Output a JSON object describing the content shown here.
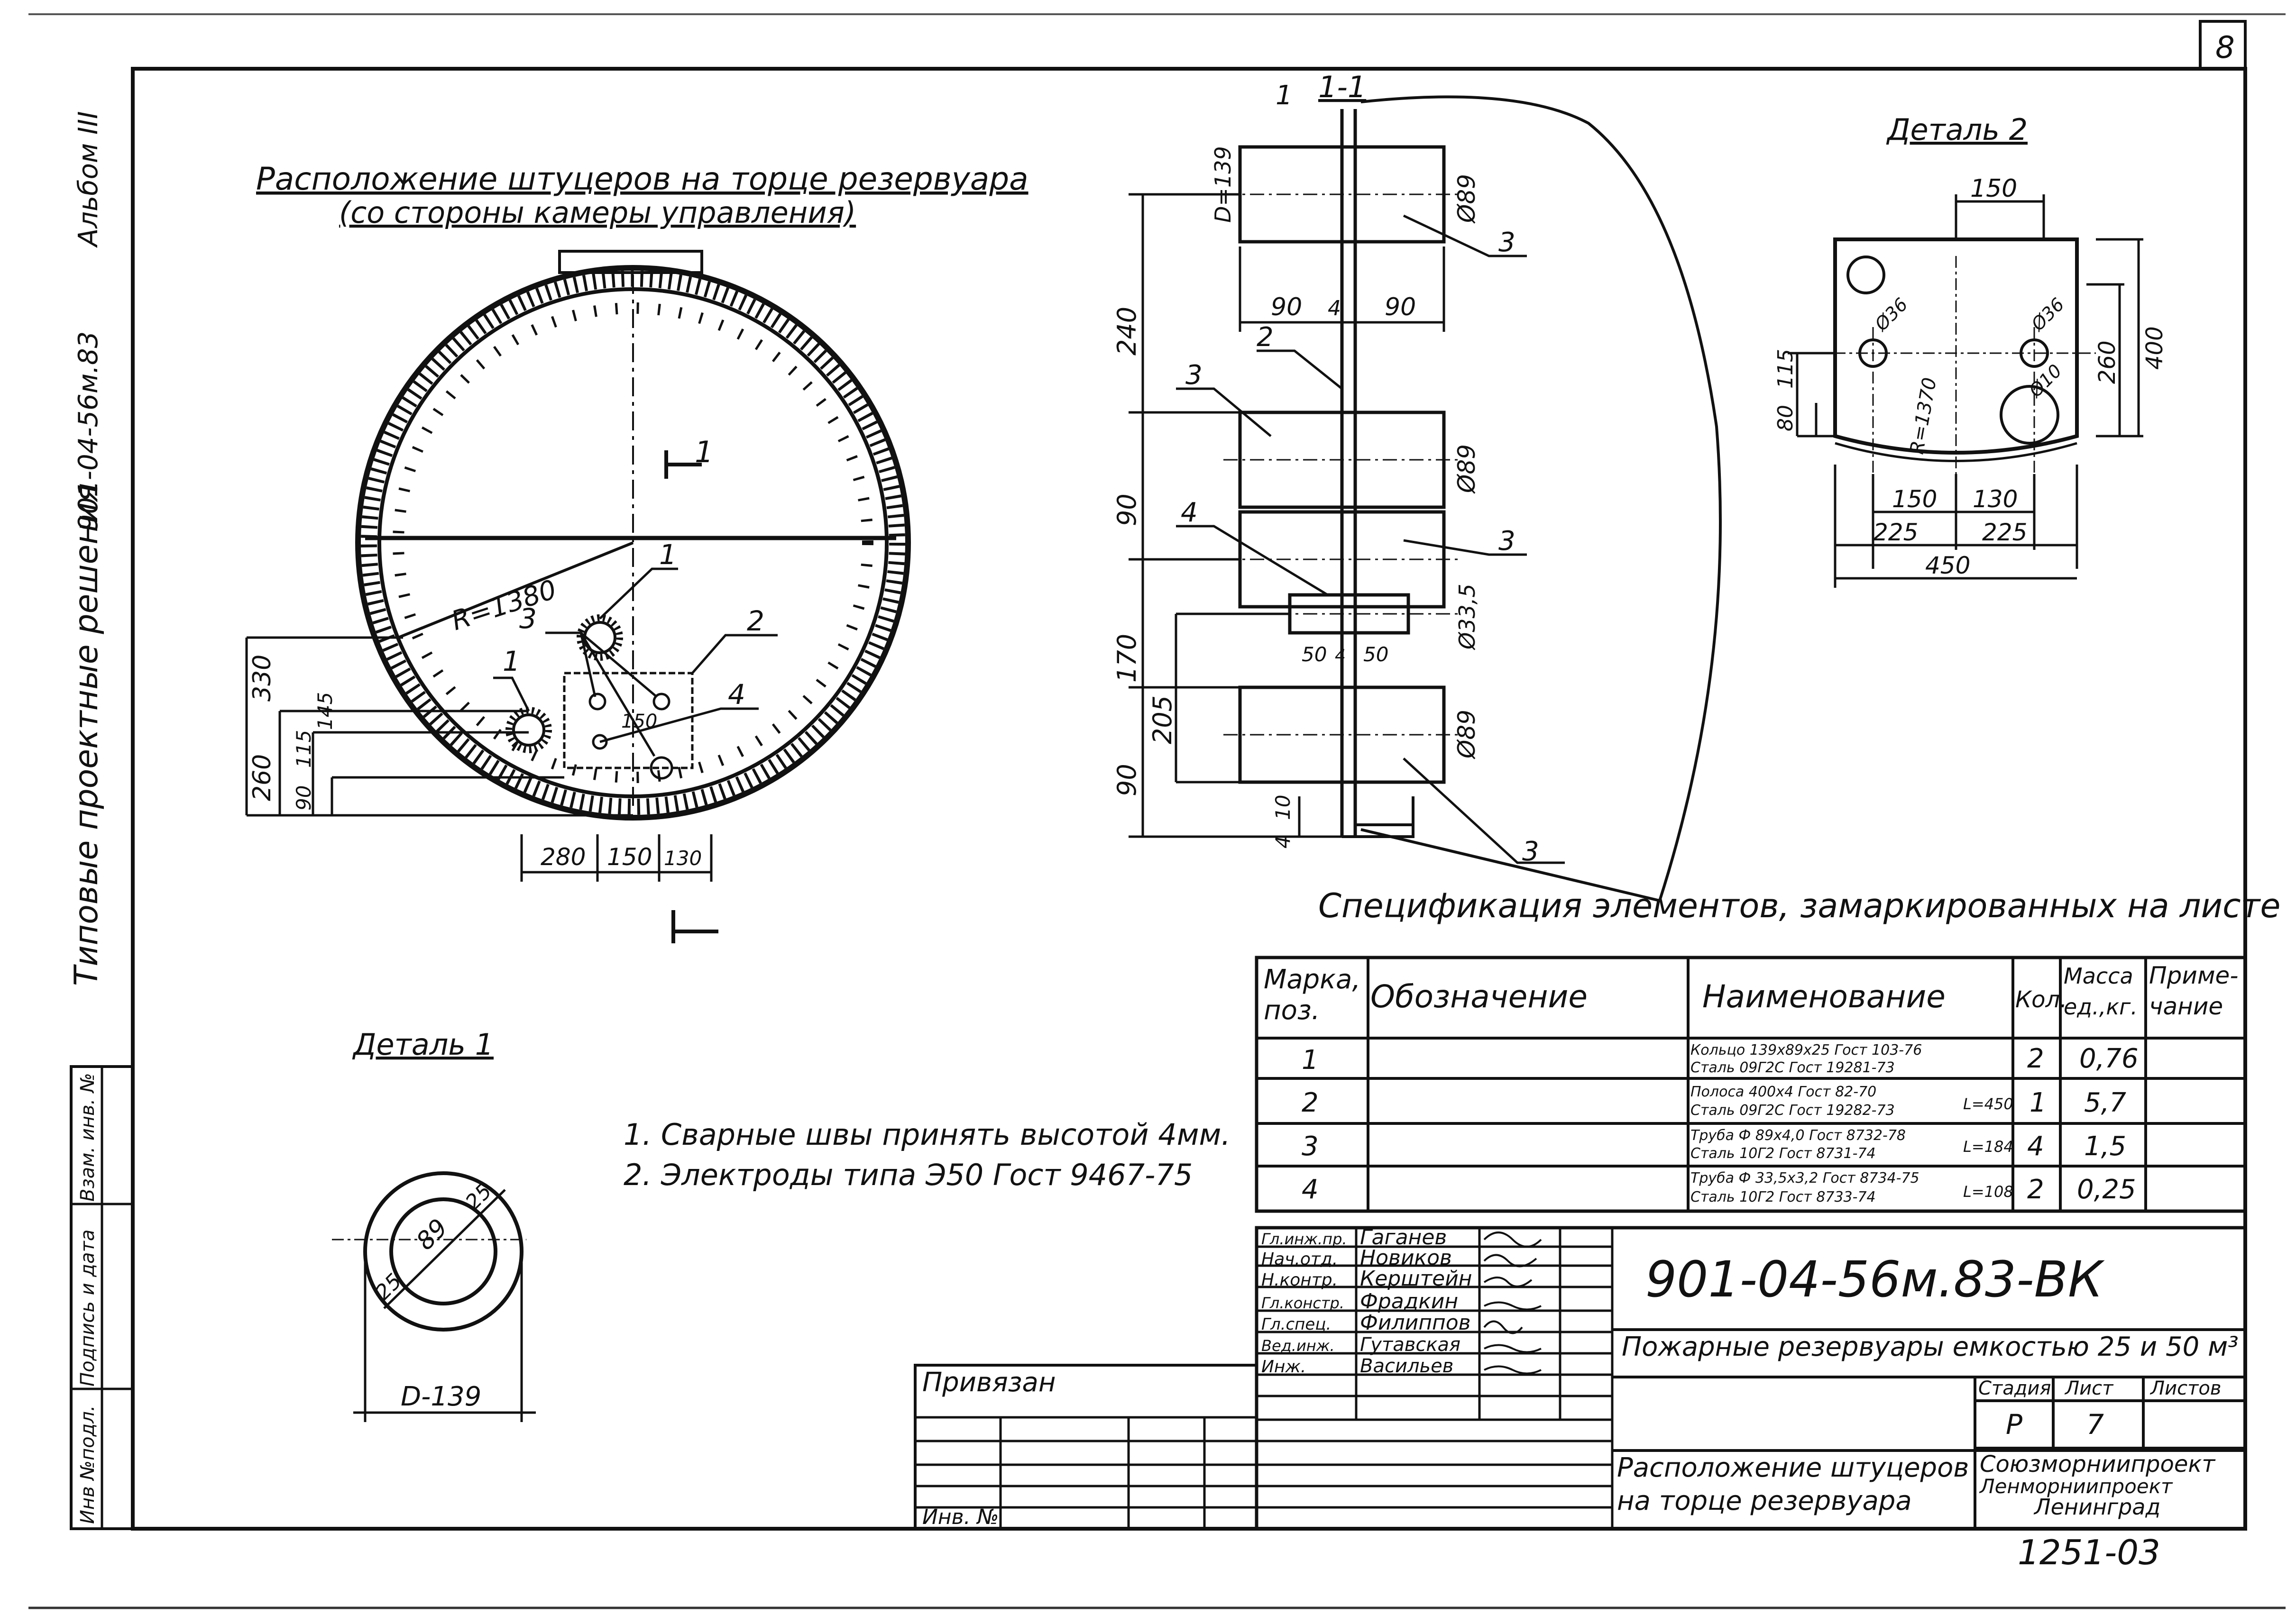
{
  "sheet": {
    "page_number": "8",
    "side_stamp": {
      "series_title": "Типовые проектные решения",
      "project_code": "901-04-56м.83",
      "album": "Альбом III"
    },
    "side_table": [
      "Инв №подл.",
      "Подпись и дата",
      "Взам. инв. №"
    ]
  },
  "views": {
    "nozzle_layout": {
      "title_line1": "Расположение штуцеров на торце резервуара",
      "title_line2": "(со стороны камеры управления)",
      "radius_label": "R=1380",
      "section_mark": "1",
      "callouts": [
        "1",
        "1",
        "2",
        "3",
        "4"
      ],
      "dims_vertical": [
        "330",
        "260",
        "145",
        "115",
        "90"
      ],
      "dims_horizontal": [
        "280",
        "150",
        "130"
      ],
      "detail_label": "150"
    },
    "section": {
      "title": "1-1",
      "callouts": [
        "1",
        "2",
        "3",
        "3",
        "3",
        "3",
        "4"
      ],
      "dims_left": [
        "240",
        "90",
        "170",
        "205",
        "90",
        "10",
        "4"
      ],
      "dia_labels": [
        "D=139",
        "Ø89",
        "Ø89",
        "Ø33,5",
        "Ø89"
      ],
      "dims_horizontal_top": [
        "90",
        "4",
        "90"
      ],
      "dims_horizontal_mid": [
        "50",
        "4",
        "50"
      ]
    },
    "detail2": {
      "title": "Деталь 2",
      "dims_top": "150",
      "dims_right": [
        "260",
        "400"
      ],
      "dims_left": [
        "80",
        "115"
      ],
      "radius": "R=1370",
      "holes": [
        "Ø36",
        "Ø36",
        "Ø10"
      ],
      "dims_bottom_row1": [
        "150",
        "130"
      ],
      "dims_bottom_row2": [
        "225",
        "225"
      ],
      "dims_bottom_total": "450"
    },
    "detail1": {
      "title": "Деталь 1",
      "inner_dia": "89",
      "wall": "25",
      "wall2": "25",
      "outer_label": "D-139"
    }
  },
  "notes": [
    "1. Сварные швы принять высотой 4мм.",
    "2. Электроды типа Э50 Гост 9467-75"
  ],
  "spec": {
    "title": "Спецификация элементов, замаркированных на листе",
    "headers": {
      "mark": [
        "Марка,",
        "поз."
      ],
      "designation": "Обозначение",
      "name": "Наименование",
      "qty": "Кол.",
      "mass": [
        "Масса",
        "ед.,кг."
      ],
      "note": [
        "Приме-",
        "чание"
      ]
    },
    "rows": [
      {
        "mark": "1",
        "name1": "Кольцо 139х89х25 Гост 103-76",
        "name2": "Сталь 09Г2С Гост 19281-73",
        "len": "",
        "qty": "2",
        "mass": "0,76"
      },
      {
        "mark": "2",
        "name1": "Полоса 400х4 Гост 82-70",
        "name2": "Сталь 09Г2С Гост 19282-73",
        "len": "L=450",
        "qty": "1",
        "mass": "5,7"
      },
      {
        "mark": "3",
        "name1": "Труба Ф 89х4,0 Гост 8732-78",
        "name2": "Сталь 10Г2 Гост 8731-74",
        "len": "L=184",
        "qty": "4",
        "mass": "1,5"
      },
      {
        "mark": "4",
        "name1": "Труба Ф 33,5х3,2 Гост 8734-75",
        "name2": "Сталь 10Г2 Гост 8733-74",
        "len": "L=108",
        "qty": "2",
        "mass": "0,25"
      }
    ]
  },
  "title_block": {
    "code": "901-04-56м.83-ВК",
    "project_name": "Пожарные резервуары емкостью 25 и 50 м³",
    "stage_header": "Стадия",
    "sheet_header": "Лист",
    "sheets_header": "Листов",
    "stage": "Р",
    "sheet": "7",
    "sheets": "",
    "drawing_name1": "Расположение штуцеров",
    "drawing_name2": "на торце резервуара",
    "org1": "Союзморниипроект",
    "org2": "Ленморниипроект",
    "org3": "Ленинград",
    "privyazan": "Привязан",
    "inv": "Инв. №",
    "archive_number": "1251-03",
    "signatures": [
      {
        "role": "Гл.инж.пр.",
        "name": "Гаганев"
      },
      {
        "role": "Нач.отд.",
        "name": "Новиков"
      },
      {
        "role": "Н.контр.",
        "name": "Керштейн"
      },
      {
        "role": "Гл.констр.",
        "name": "Фрадкин"
      },
      {
        "role": "Гл.спец.",
        "name": "Филиппов"
      },
      {
        "role": "Вед.инж.",
        "name": "Гутавская"
      },
      {
        "role": "Инж.",
        "name": "Васильев"
      }
    ]
  }
}
